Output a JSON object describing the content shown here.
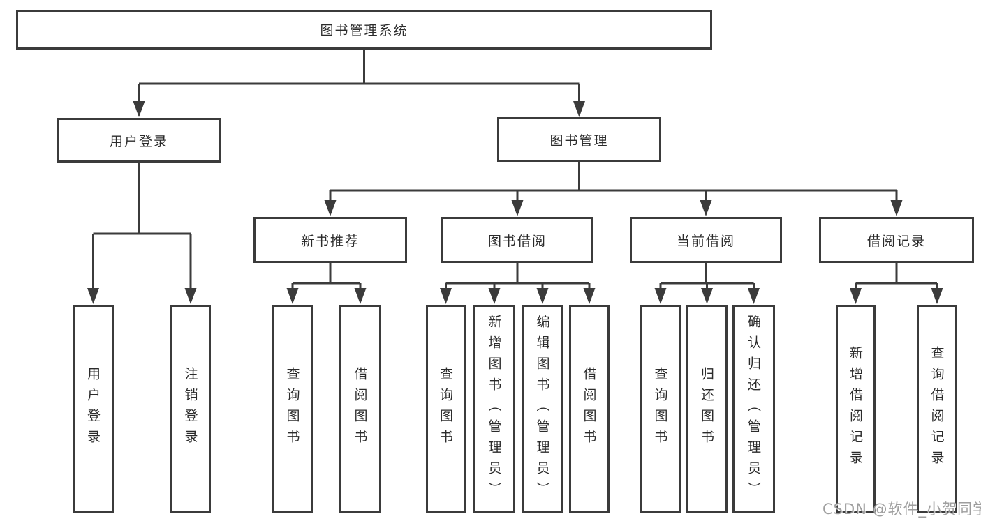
{
  "tree": {
    "root": "图书管理系统",
    "children": [
      {
        "label": "用户登录",
        "children": [
          {
            "label": "用户登录"
          },
          {
            "label": "注销登录"
          }
        ]
      },
      {
        "label": "图书管理",
        "children": [
          {
            "label": "新书推荐",
            "children": [
              {
                "label": "查询图书"
              },
              {
                "label": "借阅图书"
              }
            ]
          },
          {
            "label": "图书借阅",
            "children": [
              {
                "label": "查询图书"
              },
              {
                "label": "新增图书（管理员）"
              },
              {
                "label": "编辑图书（管理员）"
              },
              {
                "label": "借阅图书"
              }
            ]
          },
          {
            "label": "当前借阅",
            "children": [
              {
                "label": "查询图书"
              },
              {
                "label": "归还图书"
              },
              {
                "label": "确认归还（管理员）"
              }
            ]
          },
          {
            "label": "借阅记录",
            "children": [
              {
                "label": "新增借阅记录"
              },
              {
                "label": "查询借阅记录"
              }
            ]
          }
        ]
      }
    ]
  },
  "watermark": "CSDN @软件_小贺同学",
  "colors": {
    "line": "#3b3b3b",
    "text": "#2b2b2b",
    "box_background": "#ffffff",
    "page_background": "#ffffff",
    "watermark": "#949494"
  }
}
